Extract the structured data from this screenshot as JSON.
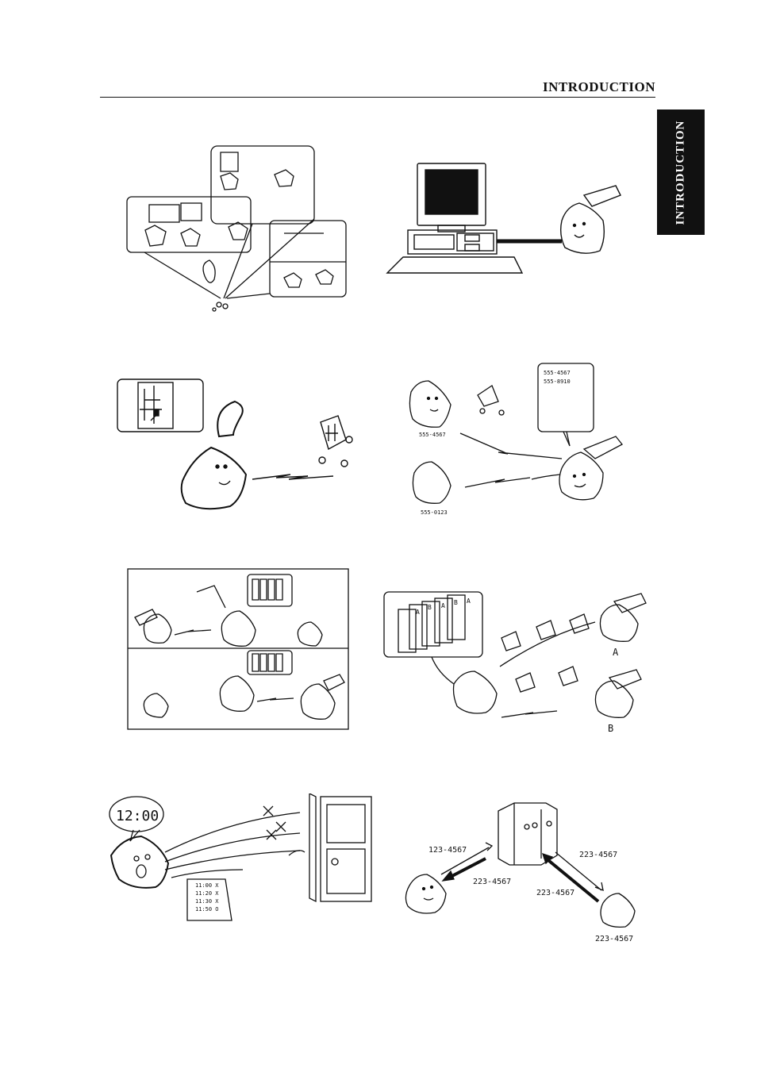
{
  "header": {
    "title": "INTRODUCTION"
  },
  "side_tab": {
    "label": "INTRODUCTION"
  },
  "illustrations": {
    "dial_speech": {
      "numbers": [
        "555-4567",
        "555-8910"
      ],
      "fax_left_top": "555-4567",
      "fax_left_bottom": "555-0123"
    },
    "groups": {
      "label_a": "A",
      "label_b": "B",
      "stack": [
        "A",
        "B",
        "A",
        "B",
        "A"
      ]
    },
    "timer": {
      "clock": "12:00",
      "schedule": [
        "11:00 X",
        "11:20 X",
        "11:30 X",
        "11:50 O"
      ]
    },
    "exchange": {
      "number_out": "123-4567",
      "number_back": "223-4567",
      "number_right_top": "223-4567",
      "number_right_mid": "223-4567",
      "number_right_fax": "223-4567"
    }
  }
}
